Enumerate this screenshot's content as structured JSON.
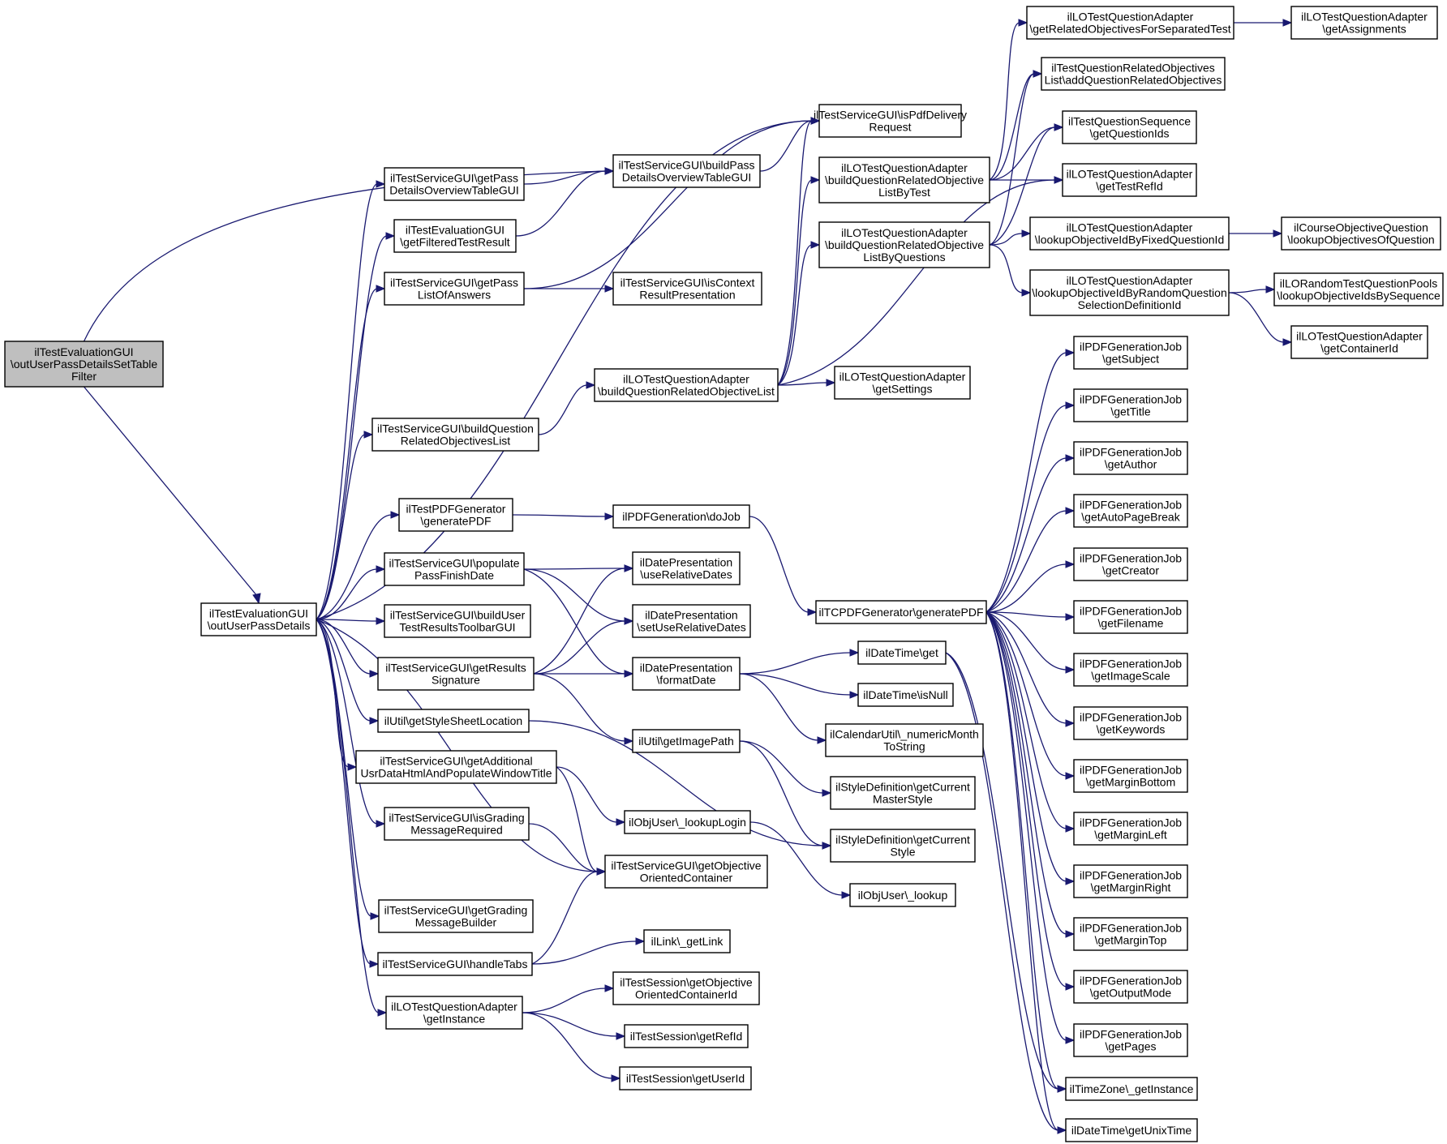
{
  "colors": {
    "edge": "#191970",
    "root_fill": "#bfbfbf",
    "node_border": "#000000",
    "background": "#ffffff"
  },
  "nodes": {
    "root": [
      "ilTestEvaluationGUI",
      "\\outUserPassDetailsSetTable",
      "Filter"
    ],
    "outUserPassDetails": [
      "ilTestEvaluationGUI",
      "\\outUserPassDetails"
    ],
    "getPassDetailsOverviewTableGUI": [
      "ilTestServiceGUI\\getPass",
      "DetailsOverviewTableGUI"
    ],
    "getFilteredTestResult": [
      "ilTestEvaluationGUI",
      "\\getFilteredTestResult"
    ],
    "getPassListOfAnswers": [
      "ilTestServiceGUI\\getPass",
      "ListOfAnswers"
    ],
    "buildQuestionRelatedObjectivesList": [
      "ilTestServiceGUI\\buildQuestion",
      "RelatedObjectivesList"
    ],
    "generatePDF_test": [
      "ilTestPDFGenerator",
      "\\generatePDF"
    ],
    "populatePassFinishDate": [
      "ilTestServiceGUI\\populate",
      "PassFinishDate"
    ],
    "buildUserTestResultsToolbarGUI": [
      "ilTestServiceGUI\\buildUser",
      "TestResultsToolbarGUI"
    ],
    "getResultsSignature": [
      "ilTestServiceGUI\\getResults",
      "Signature"
    ],
    "getStyleSheetLocation": [
      "ilUtil\\getStyleSheetLocation"
    ],
    "getAdditionalUsrData": [
      "ilTestServiceGUI\\getAdditional",
      "UsrDataHtmlAndPopulateWindowTitle"
    ],
    "isGradingMessageRequired": [
      "ilTestServiceGUI\\isGrading",
      "MessageRequired"
    ],
    "getGradingMessageBuilder": [
      "ilTestServiceGUI\\getGrading",
      "MessageBuilder"
    ],
    "handleTabs": [
      "ilTestServiceGUI\\handleTabs"
    ],
    "getInstance": [
      "ilLOTestQuestionAdapter",
      "\\getInstance"
    ],
    "buildPassDetailsOverviewTableGUI": [
      "ilTestServiceGUI\\buildPass",
      "DetailsOverviewTableGUI"
    ],
    "isContextResultPresentation": [
      "ilTestServiceGUI\\isContext",
      "ResultPresentation"
    ],
    "buildQuestionRelatedObjectiveList": [
      "ilLOTestQuestionAdapter",
      "\\buildQuestionRelatedObjectiveList"
    ],
    "doJob": [
      "ilPDFGeneration\\doJob"
    ],
    "useRelativeDates": [
      "ilDatePresentation",
      "\\useRelativeDates"
    ],
    "setUseRelativeDates": [
      "ilDatePresentation",
      "\\setUseRelativeDates"
    ],
    "formatDate": [
      "ilDatePresentation",
      "\\formatDate"
    ],
    "getImagePath": [
      "ilUtil\\getImagePath"
    ],
    "lookupLogin": [
      "ilObjUser\\_lookupLogin"
    ],
    "getObjectiveOrientedContainer": [
      "ilTestServiceGUI\\getObjective",
      "OrientedContainer"
    ],
    "getLink": [
      "ilLink\\_getLink"
    ],
    "getObjectiveOrientedContainerId": [
      "ilTestSession\\getObjective",
      "OrientedContainerId"
    ],
    "getRefId": [
      "ilTestSession\\getRefId"
    ],
    "getUserId": [
      "ilTestSession\\getUserId"
    ],
    "isPdfDeliveryRequest": [
      "ilTestServiceGUI\\isPdfDelivery",
      "Request"
    ],
    "buildByTest": [
      "ilLOTestQuestionAdapter",
      "\\buildQuestionRelatedObjective",
      "ListByTest"
    ],
    "buildByQuestions": [
      "ilLOTestQuestionAdapter",
      "\\buildQuestionRelatedObjective",
      "ListByQuestions"
    ],
    "getSettings": [
      "ilLOTestQuestionAdapter",
      "\\getSettings"
    ],
    "tcpdfGeneratePDF": [
      "ilTCPDFGenerator\\generatePDF"
    ],
    "dtGet": [
      "ilDateTime\\get"
    ],
    "dtIsNull": [
      "ilDateTime\\isNull"
    ],
    "numericMonth": [
      "ilCalendarUtil\\_numericMonth",
      "ToString"
    ],
    "getCurrentMasterStyle": [
      "ilStyleDefinition\\getCurrent",
      "MasterStyle"
    ],
    "getCurrentStyle": [
      "ilStyleDefinition\\getCurrent",
      "Style"
    ],
    "lookup": [
      "ilObjUser\\_lookup"
    ],
    "getRelatedObjectivesForSeparatedTest": [
      "ilLOTestQuestionAdapter",
      "\\getRelatedObjectivesForSeparatedTest"
    ],
    "addQuestionRelatedObjectives": [
      "ilTestQuestionRelatedObjectives",
      "List\\addQuestionRelatedObjectives"
    ],
    "getQuestionIds": [
      "ilTestQuestionSequence",
      "\\getQuestionIds"
    ],
    "getTestRefId": [
      "ilLOTestQuestionAdapter",
      "\\getTestRefId"
    ],
    "lookupFixed": [
      "ilLOTestQuestionAdapter",
      "\\lookupObjectiveIdByFixedQuestionId"
    ],
    "lookupRandom": [
      "ilLOTestQuestionAdapter",
      "\\lookupObjectiveIdByRandomQuestion",
      "SelectionDefinitionId"
    ],
    "getAssignments": [
      "ilLOTestQuestionAdapter",
      "\\getAssignments"
    ],
    "lookupObjectivesOfQuestion": [
      "ilCourseObjectiveQuestion",
      "\\lookupObjectivesOfQuestion"
    ],
    "lookupObjectiveIdsBySequence": [
      "ilLORandomTestQuestionPools",
      "\\lookupObjectiveIdsBySequence"
    ],
    "getContainerId": [
      "ilLOTestQuestionAdapter",
      "\\getContainerId"
    ],
    "jobGetSubject": [
      "ilPDFGenerationJob",
      "\\getSubject"
    ],
    "jobGetTitle": [
      "ilPDFGenerationJob",
      "\\getTitle"
    ],
    "jobGetAuthor": [
      "ilPDFGenerationJob",
      "\\getAuthor"
    ],
    "jobGetAutoPageBreak": [
      "ilPDFGenerationJob",
      "\\getAutoPageBreak"
    ],
    "jobGetCreator": [
      "ilPDFGenerationJob",
      "\\getCreator"
    ],
    "jobGetFilename": [
      "ilPDFGenerationJob",
      "\\getFilename"
    ],
    "jobGetImageScale": [
      "ilPDFGenerationJob",
      "\\getImageScale"
    ],
    "jobGetKeywords": [
      "ilPDFGenerationJob",
      "\\getKeywords"
    ],
    "jobGetMarginBottom": [
      "ilPDFGenerationJob",
      "\\getMarginBottom"
    ],
    "jobGetMarginLeft": [
      "ilPDFGenerationJob",
      "\\getMarginLeft"
    ],
    "jobGetMarginRight": [
      "ilPDFGenerationJob",
      "\\getMarginRight"
    ],
    "jobGetMarginTop": [
      "ilPDFGenerationJob",
      "\\getMarginTop"
    ],
    "jobGetOutputMode": [
      "ilPDFGenerationJob",
      "\\getOutputMode"
    ],
    "jobGetPages": [
      "ilPDFGenerationJob",
      "\\getPages"
    ],
    "tzGetInstance": [
      "ilTimeZone\\_getInstance"
    ],
    "dtGetUnixTime": [
      "ilDateTime\\getUnixTime"
    ]
  }
}
